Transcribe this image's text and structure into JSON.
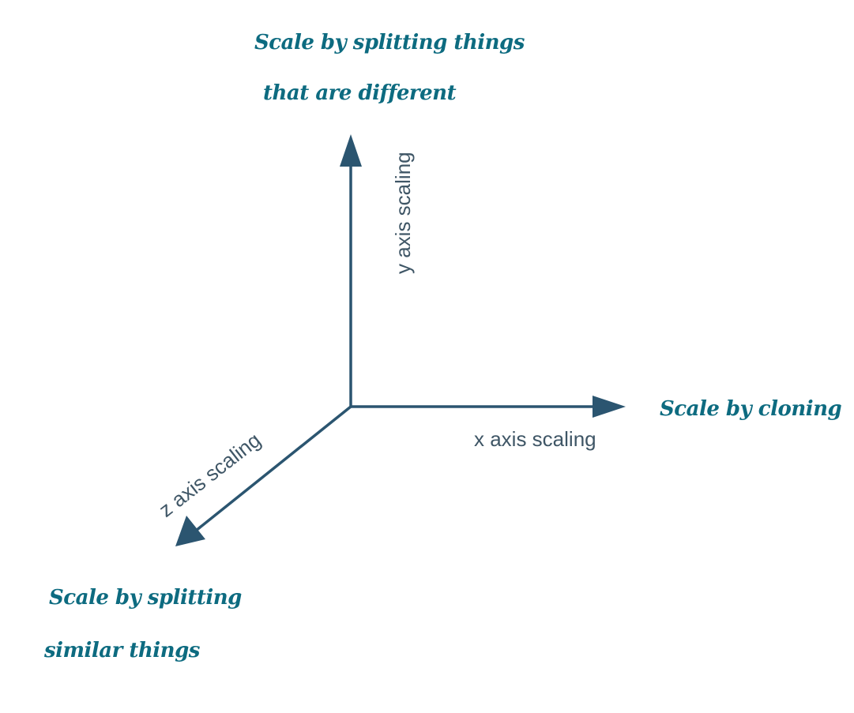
{
  "colors": {
    "axis": "#2b5570",
    "label": "#3f5666",
    "note": "#0d6b80"
  },
  "axes": {
    "y_label": "y axis scaling",
    "x_label": "x axis scaling",
    "z_label": "z axis scaling"
  },
  "notes": {
    "y_line1": "Scale by splitting things",
    "y_line2": "that are different",
    "x_line1": "Scale by cloning",
    "z_line1": "Scale by splitting",
    "z_line2": "similar things"
  }
}
